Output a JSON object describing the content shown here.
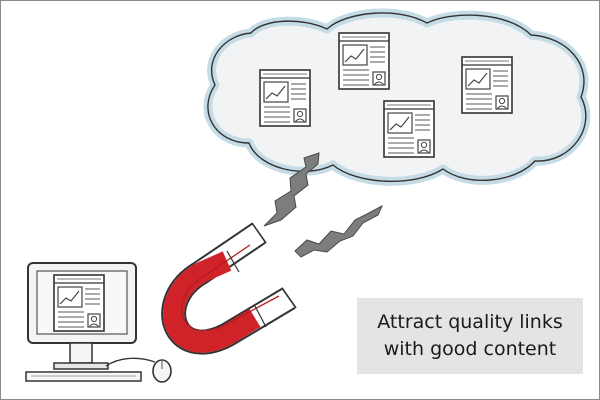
{
  "caption": {
    "line1": "Attract quality links",
    "line2": "with good content"
  },
  "colors": {
    "cloud_fill": "#f2f3f4",
    "cloud_edge": "#c5dce6",
    "magnet_red": "#cf2229",
    "caption_bg": "#e4e4e4"
  },
  "icons": [
    "cloud",
    "web-page",
    "magnet",
    "signal-zigzag",
    "desktop-computer",
    "mouse"
  ]
}
